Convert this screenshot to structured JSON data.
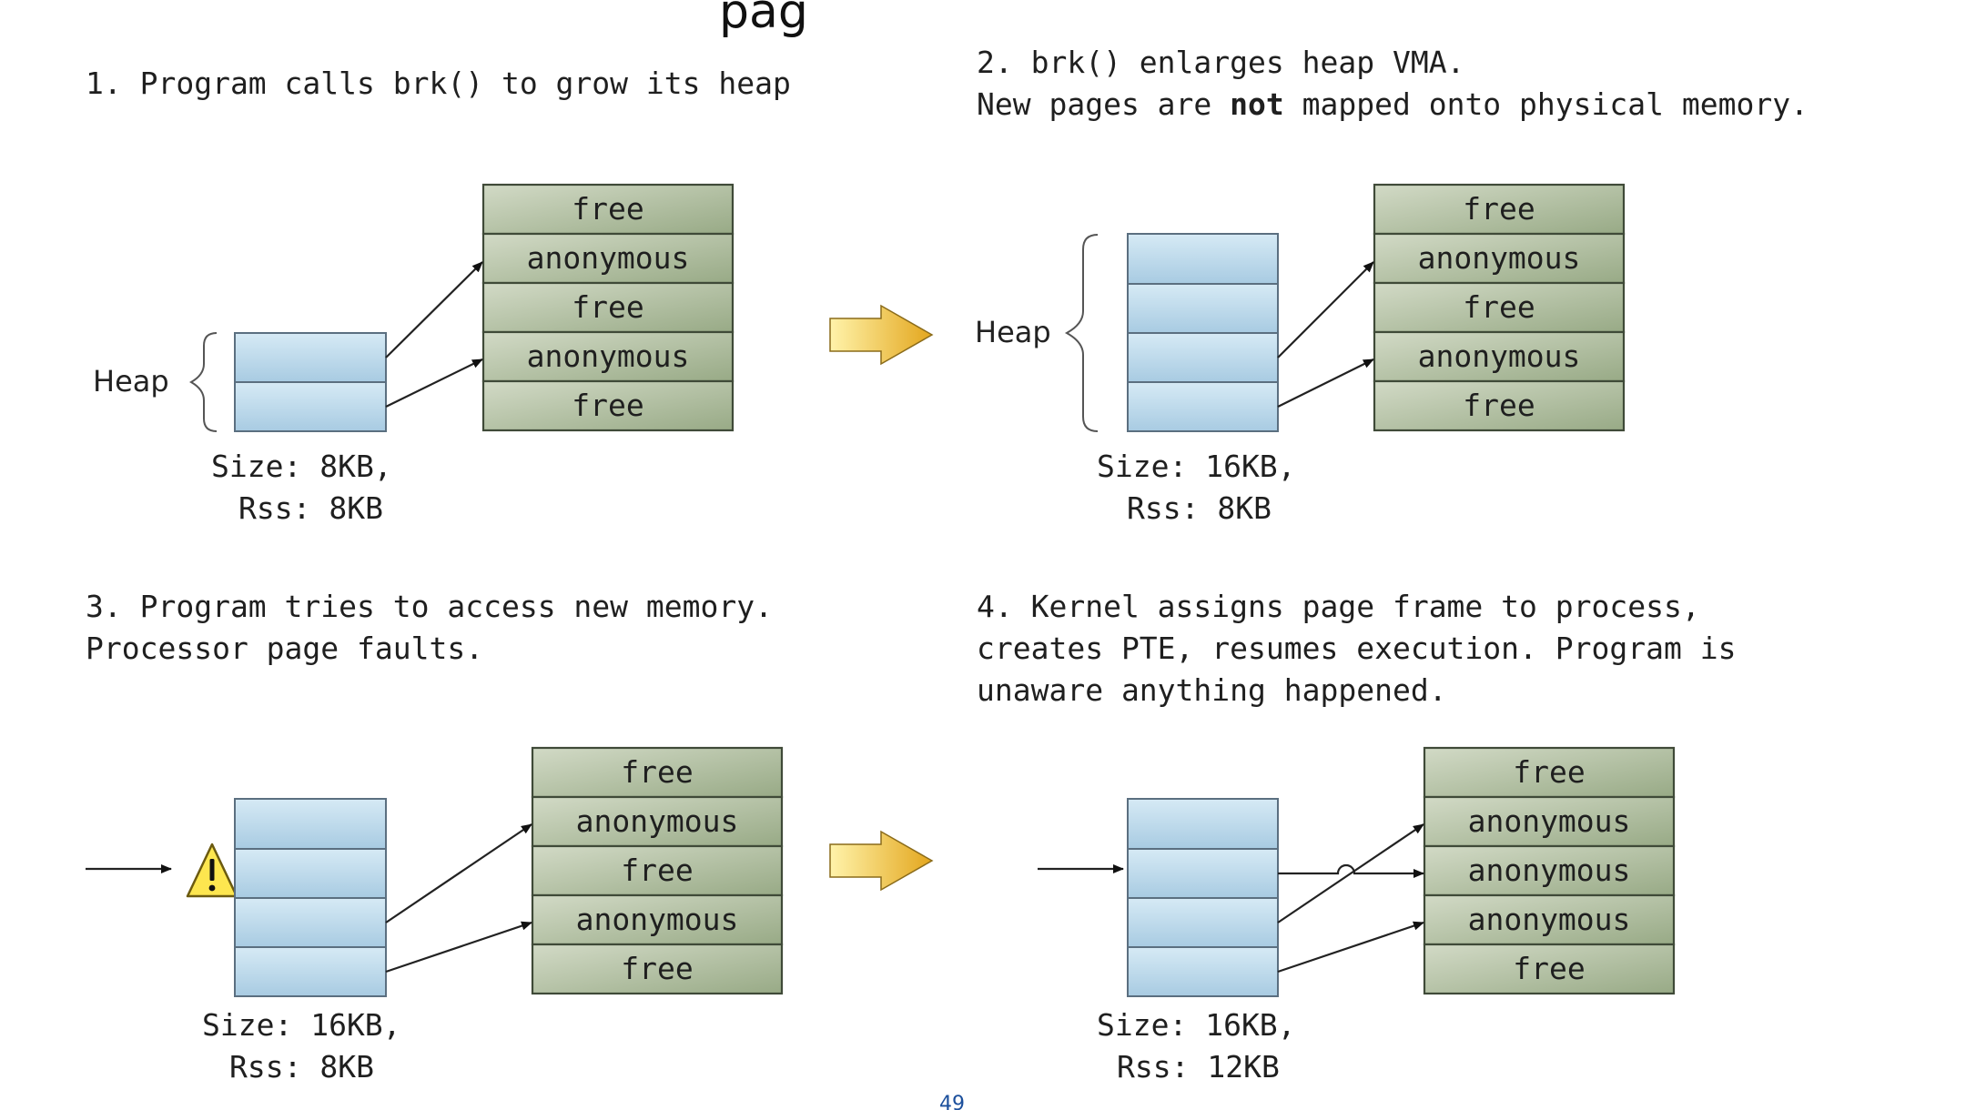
{
  "top_fragment": "pag",
  "page_number": "49",
  "panels": [
    {
      "caption_lines": [
        [
          "1. Program calls brk() to grow its heap"
        ]
      ],
      "heap_label": "Heap",
      "size_text": "Size: 8KB,",
      "rss_text": "Rss: 8KB",
      "memory_cells": [
        "free",
        "anonymous",
        "free",
        "anonymous",
        "free"
      ]
    },
    {
      "caption_lines": [
        [
          "2. brk() enlarges heap VMA."
        ],
        [
          "New pages are ",
          {
            "bold": "not"
          },
          " mapped onto physical memory."
        ]
      ],
      "heap_label": "Heap",
      "size_text": "Size: 16KB,",
      "rss_text": "Rss: 8KB",
      "memory_cells": [
        "free",
        "anonymous",
        "free",
        "anonymous",
        "free"
      ]
    },
    {
      "caption_lines": [
        [
          "3. Program tries to access new memory."
        ],
        [
          "Processor page faults."
        ]
      ],
      "size_text": "Size: 16KB,",
      "rss_text": "Rss: 8KB",
      "memory_cells": [
        "free",
        "anonymous",
        "free",
        "anonymous",
        "free"
      ]
    },
    {
      "caption_lines": [
        [
          "4. Kernel assigns page frame to process,"
        ],
        [
          "creates PTE, resumes execution. Program is"
        ],
        [
          "unaware anything happened."
        ]
      ],
      "size_text": "Size: 16KB,",
      "rss_text": "Rss: 12KB",
      "memory_cells": [
        "free",
        "anonymous",
        "anonymous",
        "anonymous",
        "free"
      ]
    }
  ],
  "colors": {
    "heap_light": "#d6eaf5",
    "heap_dark": "#9cc4de",
    "mem_light": "#cfd8c2",
    "mem_dark": "#96a884",
    "transition_arrow_light": "#fff2a8",
    "transition_arrow_dark": "#e2a71e"
  },
  "icons": {
    "transition_arrow": "right-block-arrow-icon",
    "warning": "warning-triangle-icon"
  }
}
